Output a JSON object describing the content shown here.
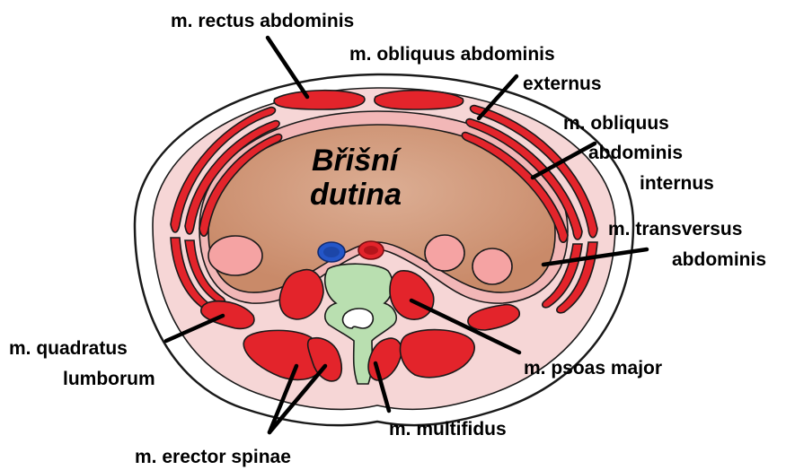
{
  "diagram": {
    "cavity_label_line1": "Břišní",
    "cavity_label_line2": "dutina",
    "labels": {
      "rectus": "m. rectus abdominis",
      "obliquus_externus_1": "m. obliquus abdominis",
      "obliquus_externus_2": "externus",
      "obliquus_internus_1": "m. obliquus",
      "obliquus_internus_2": "abdominis",
      "obliquus_internus_3": "internus",
      "transversus_1": "m. transversus",
      "transversus_2": "abdominis",
      "quadratus_1": "m. quadratus",
      "quadratus_2": "lumborum",
      "psoas": "m. psoas major",
      "multifidus": "m. multifidus",
      "erector": "m. erector spinae"
    },
    "colors": {
      "skin": "#ffffff",
      "subcutis": "#f6d6d6",
      "muscle": "#e3242b",
      "peritoneum": "#f2b7b7",
      "cavity": "#d9a184",
      "vertebra": "#b9dfb0",
      "aorta": "#e3242b",
      "vena_cava": "#2456c8",
      "organ_pink": "#f5a3a3"
    }
  }
}
